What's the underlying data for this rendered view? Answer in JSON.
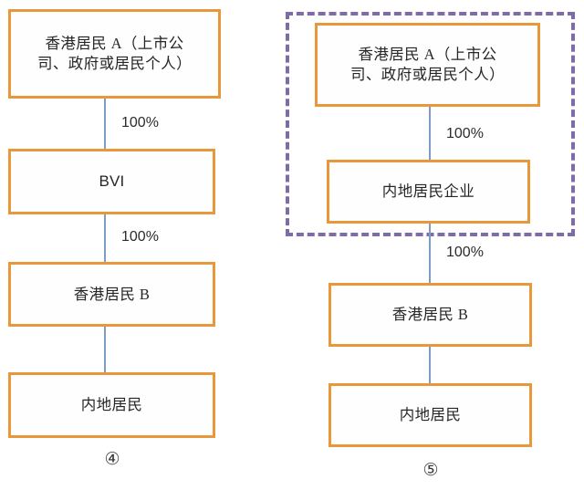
{
  "figure": {
    "type": "org-structure-diagram",
    "background_color": "#FFFFFF",
    "accent_colors": {
      "box_border": "#E8983A",
      "connector": "#7E9BC4",
      "group_dashed": "#7E6BA8",
      "text": "#262626"
    }
  },
  "diagrams": [
    {
      "id": "diagram-4",
      "caption": "④",
      "nodes": [
        {
          "id": "l-n1",
          "label": "香港居民 A（上市公\n司、政府或居民个人）",
          "script": "cjk"
        },
        {
          "id": "l-n2",
          "label": "BVI",
          "script": "latin"
        },
        {
          "id": "l-n3",
          "label": "香港居民 B",
          "script": "cjk"
        },
        {
          "id": "l-n4",
          "label": "内地居民",
          "script": "cjk"
        }
      ],
      "edges": [
        {
          "from": "l-n1",
          "to": "l-n2",
          "label": "100%"
        },
        {
          "from": "l-n2",
          "to": "l-n3",
          "label": "100%"
        },
        {
          "from": "l-n3",
          "to": "l-n4",
          "label": ""
        }
      ]
    },
    {
      "id": "diagram-5",
      "caption": "⑤",
      "group_box": {
        "id": "r-group",
        "dashed": true
      },
      "nodes": [
        {
          "id": "r-n1",
          "label": "香港居民 A（上市公\n司、政府或居民个人）",
          "script": "cjk"
        },
        {
          "id": "r-n2",
          "label": "内地居民企业",
          "script": "cjk"
        },
        {
          "id": "r-n3",
          "label": "香港居民 B",
          "script": "cjk"
        },
        {
          "id": "r-n4",
          "label": "内地居民",
          "script": "cjk"
        }
      ],
      "edges": [
        {
          "from": "r-n1",
          "to": "r-n2",
          "label": "100%"
        },
        {
          "from": "r-n2",
          "to": "r-n3",
          "label": "100%"
        },
        {
          "from": "r-n3",
          "to": "r-n4",
          "label": ""
        }
      ]
    }
  ]
}
